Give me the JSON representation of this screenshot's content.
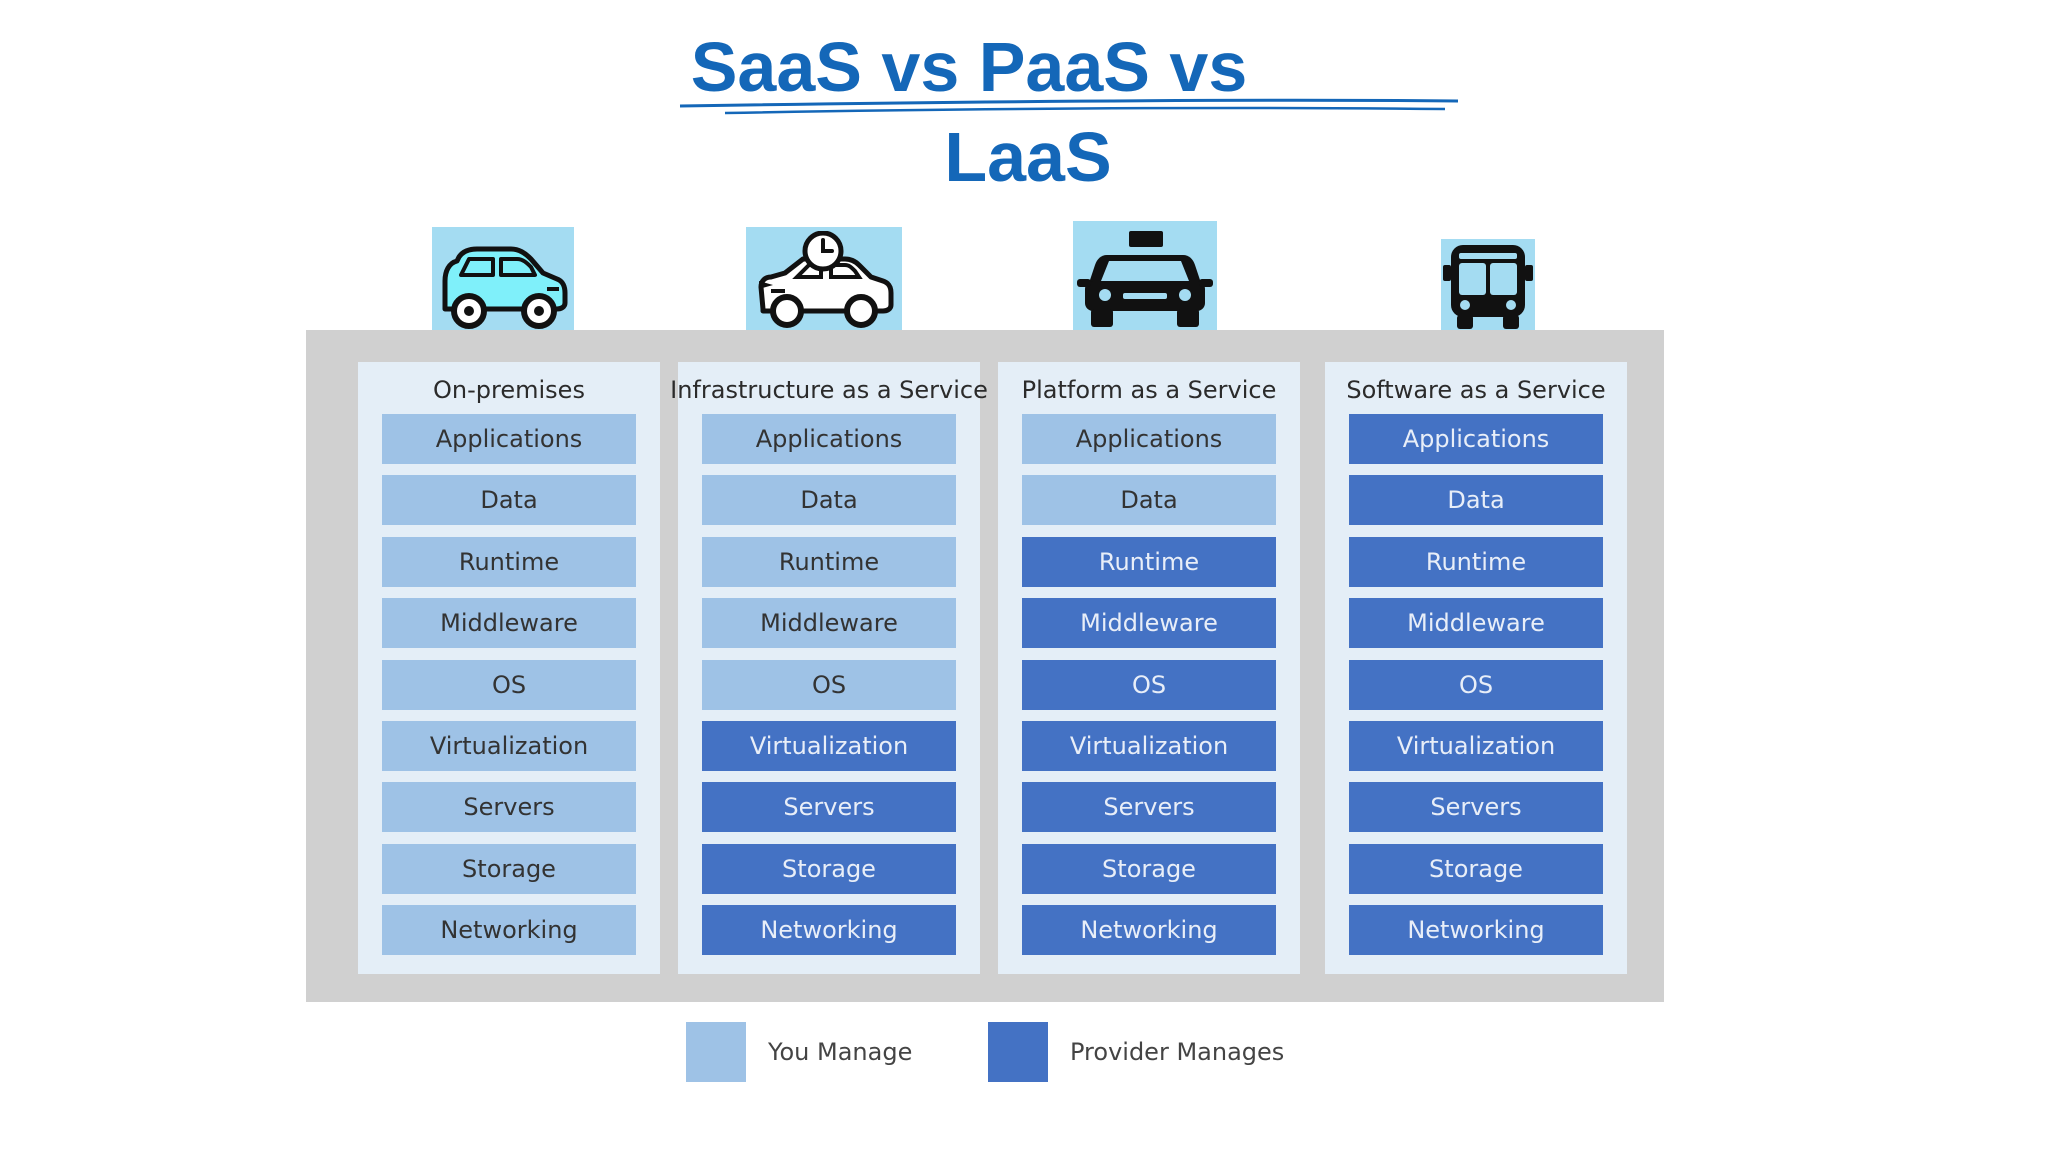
{
  "title": {
    "line1": "SaaS vs PaaS vs",
    "line2": "LaaS"
  },
  "colors": {
    "title": "#1467b8",
    "you_manage": "#9ec2e6",
    "provider_manages": "#4472c4",
    "icon_background": "#a4dcf2",
    "panel": "#d0d0d0",
    "column": "#e4eef7"
  },
  "icons": [
    "car-icon",
    "car-with-clock-icon",
    "taxi-icon",
    "bus-icon"
  ],
  "columns": [
    {
      "title": "On-premises",
      "layers": [
        {
          "label": "Applications",
          "managed_by": "you"
        },
        {
          "label": "Data",
          "managed_by": "you"
        },
        {
          "label": "Runtime",
          "managed_by": "you"
        },
        {
          "label": "Middleware",
          "managed_by": "you"
        },
        {
          "label": "OS",
          "managed_by": "you"
        },
        {
          "label": "Virtualization",
          "managed_by": "you"
        },
        {
          "label": "Servers",
          "managed_by": "you"
        },
        {
          "label": "Storage",
          "managed_by": "you"
        },
        {
          "label": "Networking",
          "managed_by": "you"
        }
      ]
    },
    {
      "title": "Infrastructure as a Service",
      "layers": [
        {
          "label": "Applications",
          "managed_by": "you"
        },
        {
          "label": "Data",
          "managed_by": "you"
        },
        {
          "label": "Runtime",
          "managed_by": "you"
        },
        {
          "label": "Middleware",
          "managed_by": "you"
        },
        {
          "label": "OS",
          "managed_by": "you"
        },
        {
          "label": "Virtualization",
          "managed_by": "provider"
        },
        {
          "label": "Servers",
          "managed_by": "provider"
        },
        {
          "label": "Storage",
          "managed_by": "provider"
        },
        {
          "label": "Networking",
          "managed_by": "provider"
        }
      ]
    },
    {
      "title": "Platform as a Service",
      "layers": [
        {
          "label": "Applications",
          "managed_by": "you"
        },
        {
          "label": "Data",
          "managed_by": "you"
        },
        {
          "label": "Runtime",
          "managed_by": "provider"
        },
        {
          "label": "Middleware",
          "managed_by": "provider"
        },
        {
          "label": "OS",
          "managed_by": "provider"
        },
        {
          "label": "Virtualization",
          "managed_by": "provider"
        },
        {
          "label": "Servers",
          "managed_by": "provider"
        },
        {
          "label": "Storage",
          "managed_by": "provider"
        },
        {
          "label": "Networking",
          "managed_by": "provider"
        }
      ]
    },
    {
      "title": "Software as a Service",
      "layers": [
        {
          "label": "Applications",
          "managed_by": "provider"
        },
        {
          "label": "Data",
          "managed_by": "provider"
        },
        {
          "label": "Runtime",
          "managed_by": "provider"
        },
        {
          "label": "Middleware",
          "managed_by": "provider"
        },
        {
          "label": "OS",
          "managed_by": "provider"
        },
        {
          "label": "Virtualization",
          "managed_by": "provider"
        },
        {
          "label": "Servers",
          "managed_by": "provider"
        },
        {
          "label": "Storage",
          "managed_by": "provider"
        },
        {
          "label": "Networking",
          "managed_by": "provider"
        }
      ]
    }
  ],
  "legend": {
    "you_manage": "You Manage",
    "provider_manages": "Provider Manages"
  }
}
